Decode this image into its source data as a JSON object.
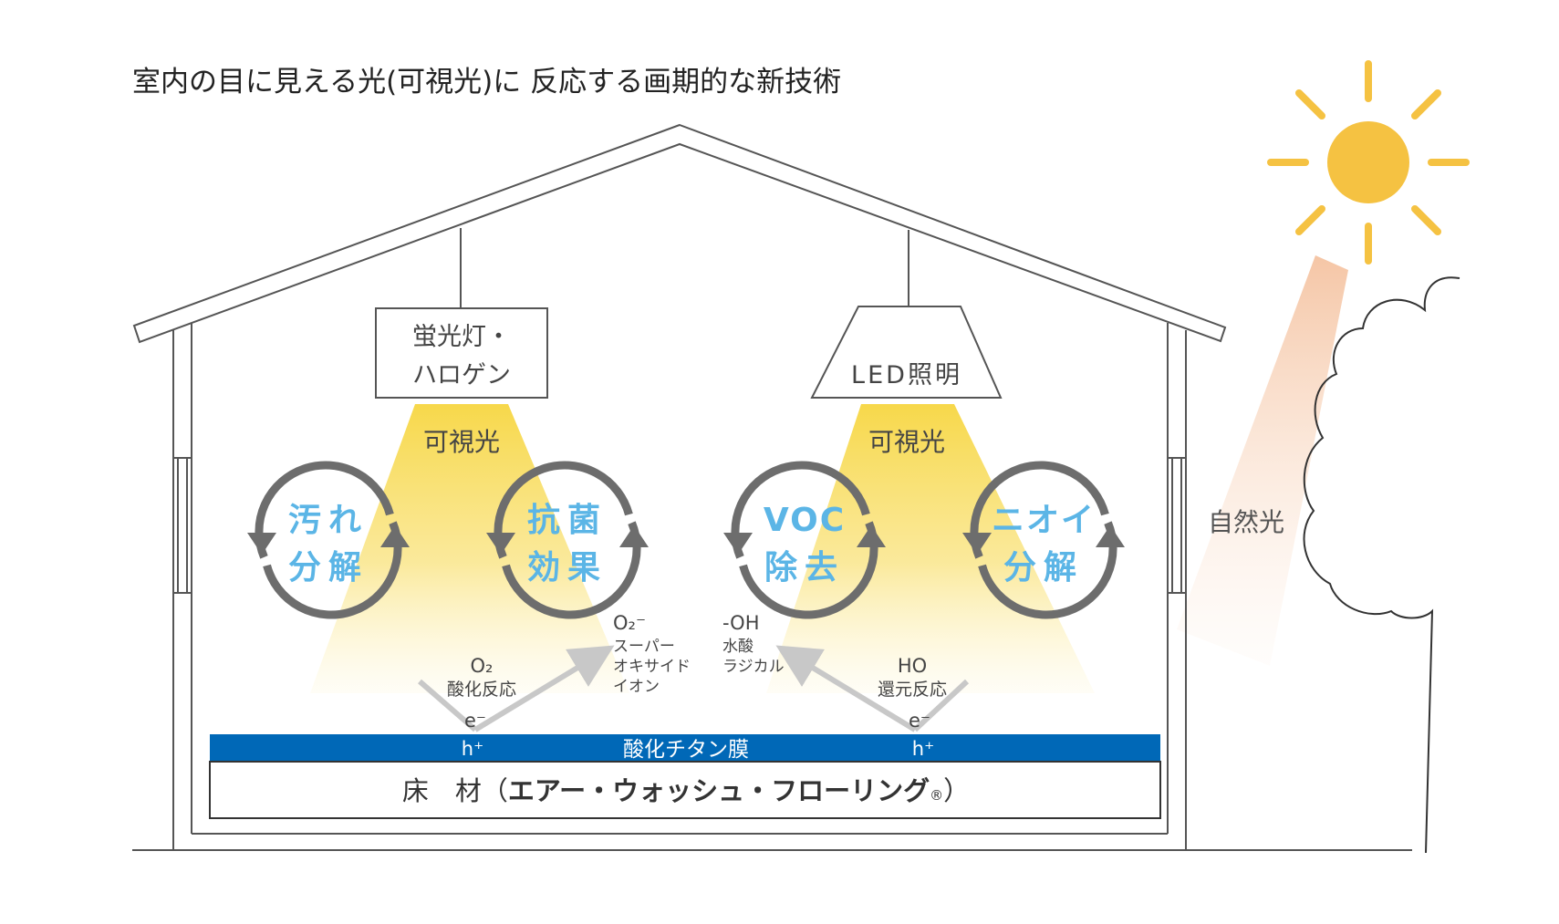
{
  "title": "室内の目に見える光(可視光)に 反応する画期的な新技術",
  "lamps": {
    "left": {
      "line1": "蛍光灯・",
      "line2": "ハロゲン"
    },
    "right": {
      "label": "LED照明"
    }
  },
  "visible_light": "可視光",
  "natural_light": "自然光",
  "effects": [
    {
      "line1": "汚れ",
      "line2": "分解"
    },
    {
      "line1": "抗菌",
      "line2": "効果"
    },
    {
      "line1": "VOC",
      "line2": "除去"
    },
    {
      "line1": "ニオイ",
      "line2": "分解"
    }
  ],
  "reactions": {
    "oxidation": {
      "formula": "O₂",
      "name": "酸化反応"
    },
    "superoxide": {
      "formula": "O₂⁻",
      "line1": "スーパー",
      "line2": "オキサイド",
      "line3": "イオン"
    },
    "hydroxyl": {
      "formula": "-OH",
      "line1": "水酸",
      "line2": "ラジカル"
    },
    "reduction": {
      "formula": "HO",
      "name": "還元反応"
    },
    "electron": "e⁻",
    "hole": "h⁺"
  },
  "film_label": "酸化チタン膜",
  "floor": {
    "prefix": "床　材（",
    "product": "エアー・ウォッシュ・フローリング",
    "mark": "®",
    "suffix": "）"
  },
  "colors": {
    "line": "#555555",
    "text": "#444444",
    "effect_text": "#5bb5e6",
    "arrow": "#6d6d6d",
    "light_beam": "#f7d84a",
    "film": "#0068b7",
    "sun": "#f5c242",
    "arrow_light": "#c8c8c8"
  }
}
